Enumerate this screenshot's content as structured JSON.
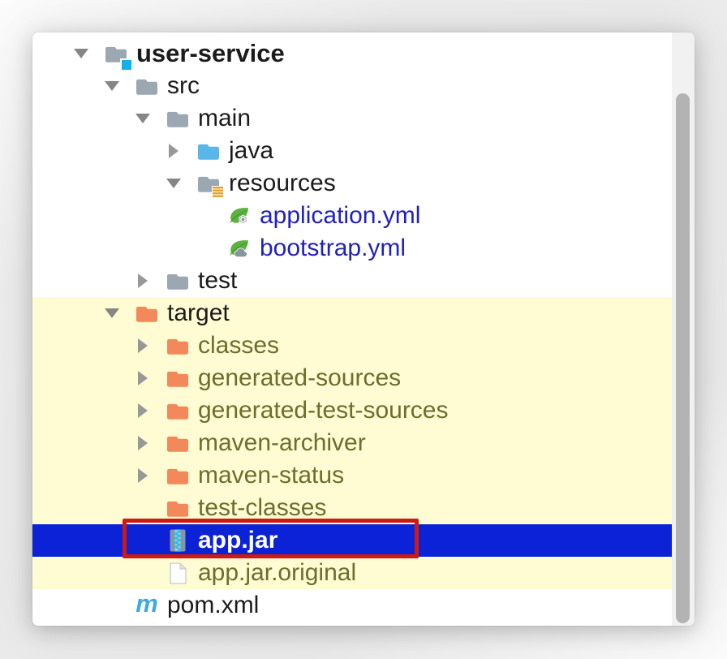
{
  "app": {
    "name": "project-tree-panel"
  },
  "colors": {
    "panel_bg": "#ffffff",
    "excluded_row_bg": "#fffcd4",
    "selection_bg": "#0b22d6",
    "annotation_red": "#ce1a10",
    "text_black": "#1b1b1b",
    "text_navy": "#2121bd",
    "text_olive": "#6b6e2c",
    "text_selected": "#ffffff",
    "folder_gray": "#9ba7b1",
    "folder_blue": "#57b7e9",
    "folder_orange": "#f3895a",
    "project_badge_cyan": "#12b2e8",
    "resources_badge_orange": "#e2a21d",
    "spring_green": "#5db13f",
    "badge_gray": "#8a949b",
    "jar_body_gray": "#8497a6",
    "jar_stripe": "#a9c6d6",
    "jar_zipper_cyan": "#19c3f2",
    "maven_blue": "#3fa9e1",
    "scrollbar_thumb": "#b3b3b3",
    "scrollbar_track": "#f1f1f1"
  },
  "tree": {
    "items": [
      {
        "label": "user-service",
        "level": 0,
        "arrow": "expanded",
        "icon": "project-folder-icon",
        "text_style": "bold-black",
        "row_bg": "white"
      },
      {
        "label": "src",
        "level": 1,
        "arrow": "expanded",
        "icon": "gray-folder-icon",
        "text_style": "black",
        "row_bg": "white"
      },
      {
        "label": "main",
        "level": 2,
        "arrow": "expanded",
        "icon": "gray-folder-icon",
        "text_style": "black",
        "row_bg": "white"
      },
      {
        "label": "java",
        "level": 3,
        "arrow": "collapsed",
        "icon": "blue-folder-icon",
        "text_style": "black",
        "row_bg": "white"
      },
      {
        "label": "resources",
        "level": 3,
        "arrow": "expanded",
        "icon": "resources-folder-icon",
        "text_style": "black",
        "row_bg": "white"
      },
      {
        "label": "application.yml",
        "level": 4,
        "arrow": "none",
        "icon": "spring-config-file-icon",
        "text_style": "navy",
        "row_bg": "white"
      },
      {
        "label": "bootstrap.yml",
        "level": 4,
        "arrow": "none",
        "icon": "spring-file-icon",
        "text_style": "navy",
        "row_bg": "white"
      },
      {
        "label": "test",
        "level": 2,
        "arrow": "collapsed",
        "icon": "gray-folder-icon",
        "text_style": "black",
        "row_bg": "white"
      },
      {
        "label": "target",
        "level": 1,
        "arrow": "expanded",
        "icon": "orange-folder-icon",
        "text_style": "black",
        "row_bg": "yellow"
      },
      {
        "label": "classes",
        "level": 2,
        "arrow": "collapsed",
        "icon": "orange-folder-icon",
        "text_style": "olive",
        "row_bg": "yellow"
      },
      {
        "label": "generated-sources",
        "level": 2,
        "arrow": "collapsed",
        "icon": "orange-folder-icon",
        "text_style": "olive",
        "row_bg": "yellow"
      },
      {
        "label": "generated-test-sources",
        "level": 2,
        "arrow": "collapsed",
        "icon": "orange-folder-icon",
        "text_style": "olive",
        "row_bg": "yellow"
      },
      {
        "label": "maven-archiver",
        "level": 2,
        "arrow": "collapsed",
        "icon": "orange-folder-icon",
        "text_style": "olive",
        "row_bg": "yellow"
      },
      {
        "label": "maven-status",
        "level": 2,
        "arrow": "collapsed",
        "icon": "orange-folder-icon",
        "text_style": "olive",
        "row_bg": "yellow"
      },
      {
        "label": "test-classes",
        "level": 2,
        "arrow": "none",
        "icon": "orange-folder-icon",
        "text_style": "olive",
        "row_bg": "yellow"
      },
      {
        "label": "app.jar",
        "level": 2,
        "arrow": "none",
        "icon": "jar-file-icon",
        "text_style": "bold-white",
        "row_bg": "selected",
        "selected": true
      },
      {
        "label": "app.jar.original",
        "level": 2,
        "arrow": "none",
        "icon": "plain-file-icon",
        "text_style": "olive",
        "row_bg": "yellow"
      },
      {
        "label": "pom.xml",
        "level": 1,
        "arrow": "none",
        "icon": "maven-file-icon",
        "text_style": "black",
        "row_bg": "white"
      },
      {
        "label": "",
        "level": 1,
        "arrow": "none",
        "icon": "partial-folder-icon",
        "text_style": "black",
        "row_bg": "white",
        "partial": true
      }
    ],
    "selected_label": "app.jar"
  },
  "annotation": {
    "type": "highlight-box",
    "around": "app.jar"
  },
  "scrollbar": {
    "orientation": "vertical",
    "visible": true
  }
}
